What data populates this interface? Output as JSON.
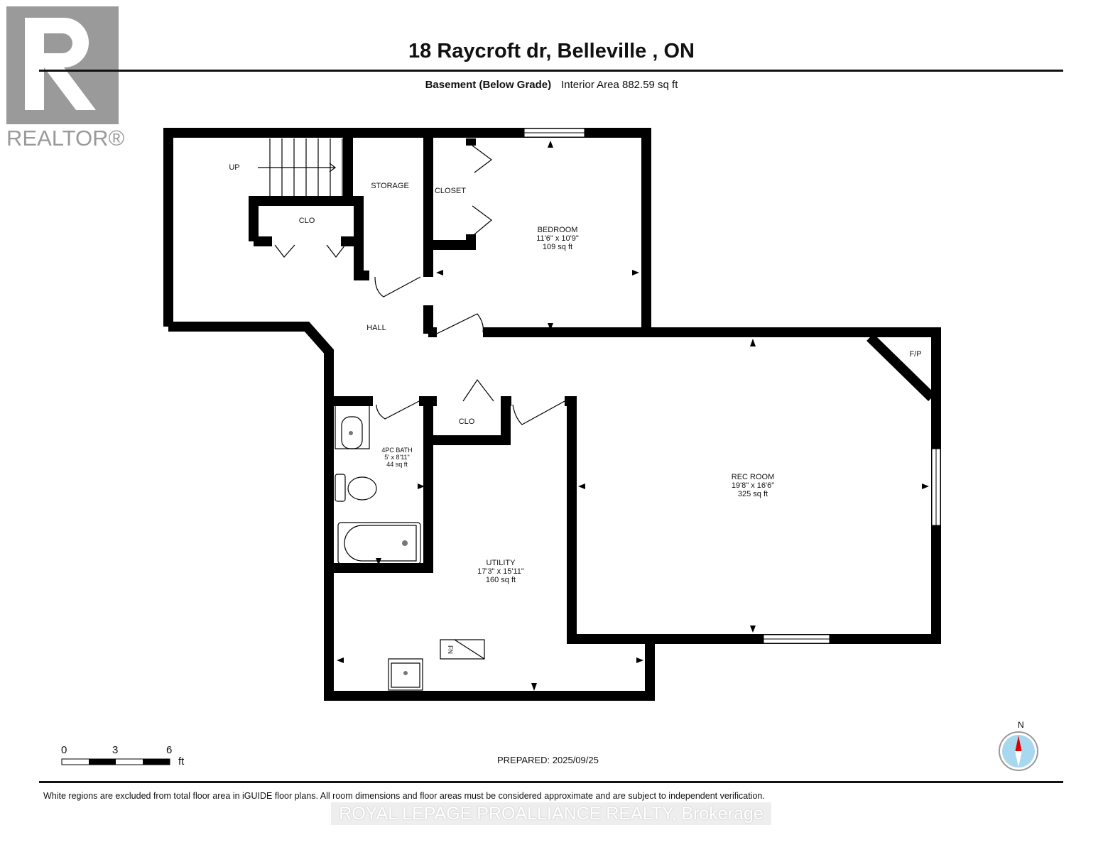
{
  "header": {
    "title": "18 Raycroft dr, Belleville , ON",
    "level": "Basement (Below Grade)",
    "interior_area": "Interior Area 882.59 sq ft"
  },
  "logo": {
    "text": "REALTOR®"
  },
  "rooms": [
    {
      "name": "UP"
    },
    {
      "name": "STORAGE"
    },
    {
      "name": "CLOSET"
    },
    {
      "name": "CLO"
    },
    {
      "name": "BEDROOM",
      "dims": "11'6\" x 10'9\"",
      "area": "109 sq ft"
    },
    {
      "name": "HALL"
    },
    {
      "name": "F/P"
    },
    {
      "name": "CLO"
    },
    {
      "name": "4PC BATH",
      "dims": "5' x 8'11\"",
      "area": "44 sq ft"
    },
    {
      "name": "REC ROOM",
      "dims": "19'8\" x 16'6\"",
      "area": "325 sq ft"
    },
    {
      "name": "UTILITY",
      "dims": "17'3\" x 15'11\"",
      "area": "160 sq ft"
    },
    {
      "name": "FN"
    }
  ],
  "scale_bar": {
    "ticks": [
      "0",
      "3",
      "6"
    ],
    "unit": "ft"
  },
  "compass": {
    "label": "N",
    "needle_color": "#e00000",
    "face_color": "#a8d8f0"
  },
  "footer": {
    "prepared": "PREPARED: 2025/09/25",
    "disclaimer": "White regions are excluded from total floor area in iGUIDE floor plans. All room dimensions and floor areas must be considered approximate and are subject to independent verification.",
    "brokerage": "ROYAL LEPAGE PROALLIANCE REALTY, Brokerage"
  }
}
